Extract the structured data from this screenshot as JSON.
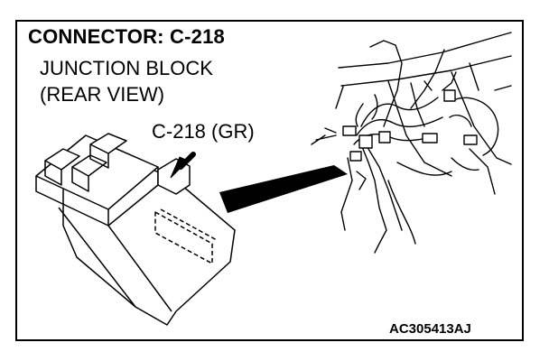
{
  "diagram": {
    "title": "CONNECTOR: C-218",
    "subtitle_line1": "JUNCTION BLOCK",
    "subtitle_line2": "(REAR VIEW)",
    "callout_label": "C-218 (GR)",
    "figure_code": "AC305413AJ"
  },
  "colors": {
    "line": "#000000",
    "background": "#ffffff"
  }
}
